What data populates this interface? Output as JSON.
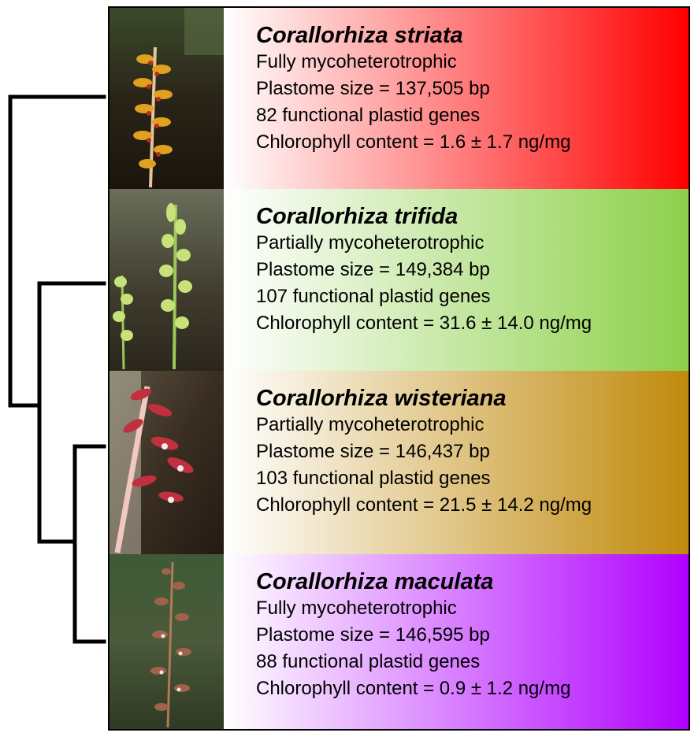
{
  "species": [
    {
      "name": "Corallorhiza striata",
      "lines": [
        "Fully mycoheterotrophic",
        "Plastome size = 137,505 bp",
        "82 functional plastid genes",
        "Chlorophyll content = 1.6 ± 1.7 ng/mg"
      ],
      "color": "#ff0000",
      "photo_icon": "orchid-photo-striata"
    },
    {
      "name": "Corallorhiza trifida",
      "lines": [
        "Partially mycoheterotrophic",
        "Plastome size = 149,384 bp",
        "107 functional plastid genes",
        "Chlorophyll content = 31.6 ± 14.0 ng/mg"
      ],
      "color": "#8dd04a",
      "photo_icon": "orchid-photo-trifida"
    },
    {
      "name": "Corallorhiza wisteriana",
      "lines": [
        "Partially mycoheterotrophic",
        "Plastome size = 146,437 bp",
        "103 functional plastid genes",
        "Chlorophyll content = 21.5 ± 14.2 ng/mg"
      ],
      "color": "#c08a0c",
      "photo_icon": "orchid-photo-wisteriana"
    },
    {
      "name": "Corallorhiza maculata",
      "lines": [
        "Fully mycoheterotrophic",
        "Plastome size = 146,595 bp",
        "88 functional plastid genes",
        "Chlorophyll content = 0.9 ± 1.2 ng/mg"
      ],
      "color": "#b000ff",
      "photo_icon": "orchid-photo-maculata"
    }
  ]
}
